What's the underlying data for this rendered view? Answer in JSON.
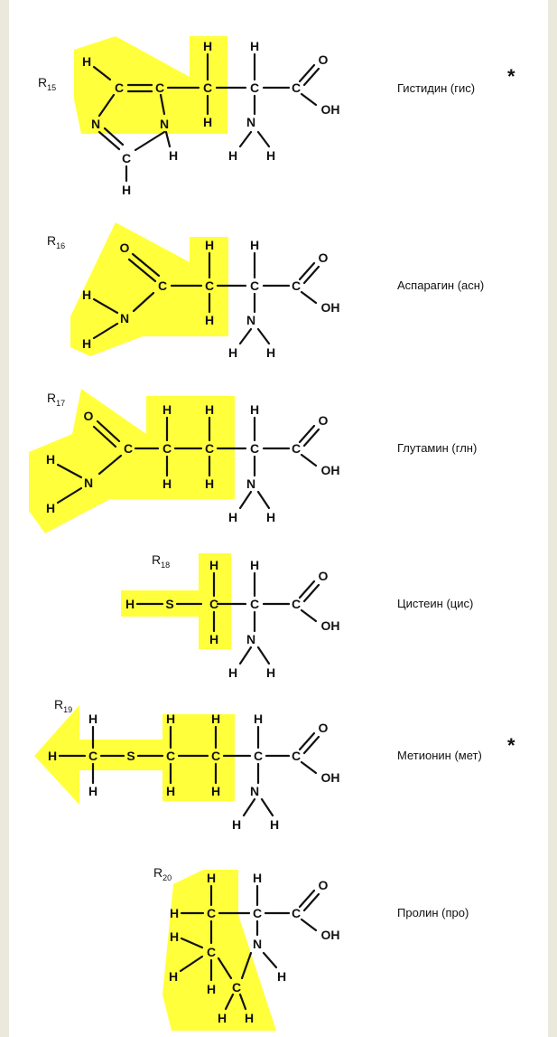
{
  "molecules": [
    {
      "r": "R",
      "r_sub": "15",
      "name": "Гистидин (гис)",
      "star": "*"
    },
    {
      "r": "R",
      "r_sub": "16",
      "name": "Аспарагин (асн)",
      "star": ""
    },
    {
      "r": "R",
      "r_sub": "17",
      "name": "Глутамин (глн)",
      "star": ""
    },
    {
      "r": "R",
      "r_sub": "18",
      "name": "Цистеин (цис)",
      "star": ""
    },
    {
      "r": "R",
      "r_sub": "19",
      "name": "Метионин (мет)",
      "star": "*"
    },
    {
      "r": "R",
      "r_sub": "20",
      "name": "Пролин (про)",
      "star": ""
    }
  ],
  "atoms": {
    "H": "H",
    "C": "C",
    "N": "N",
    "O": "O",
    "S": "S",
    "OH": "OH"
  },
  "colors": {
    "highlight": "#ffff1a",
    "background": "#ebe9dc",
    "ink": "#111111"
  }
}
